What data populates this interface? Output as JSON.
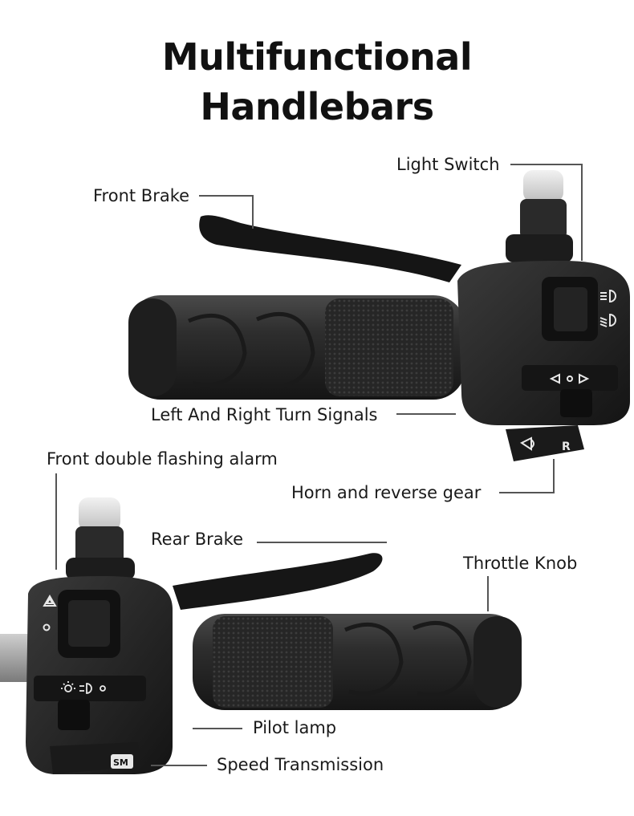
{
  "title": {
    "line1": "Multifunctional",
    "line2": "Handlebars"
  },
  "labels": {
    "light_switch": "Light Switch",
    "front_brake": "Front Brake",
    "turn_signals": "Left And Right Turn Signals",
    "double_flash": "Front double flashing alarm",
    "horn_reverse": "Horn and reverse gear",
    "rear_brake": "Rear Brake",
    "throttle": "Throttle Knob",
    "pilot_lamp": "Pilot lamp",
    "speed_trans": "Speed Transmission"
  },
  "switch_marks": {
    "reverse": "R",
    "speed": "SM"
  },
  "colors": {
    "rubber": "#2b2b2b",
    "rubber_dark": "#1a1a1a",
    "housing": "#222222",
    "leader": "#555555",
    "icon": "#e8e8e8",
    "knob": "#d9d9d9"
  }
}
